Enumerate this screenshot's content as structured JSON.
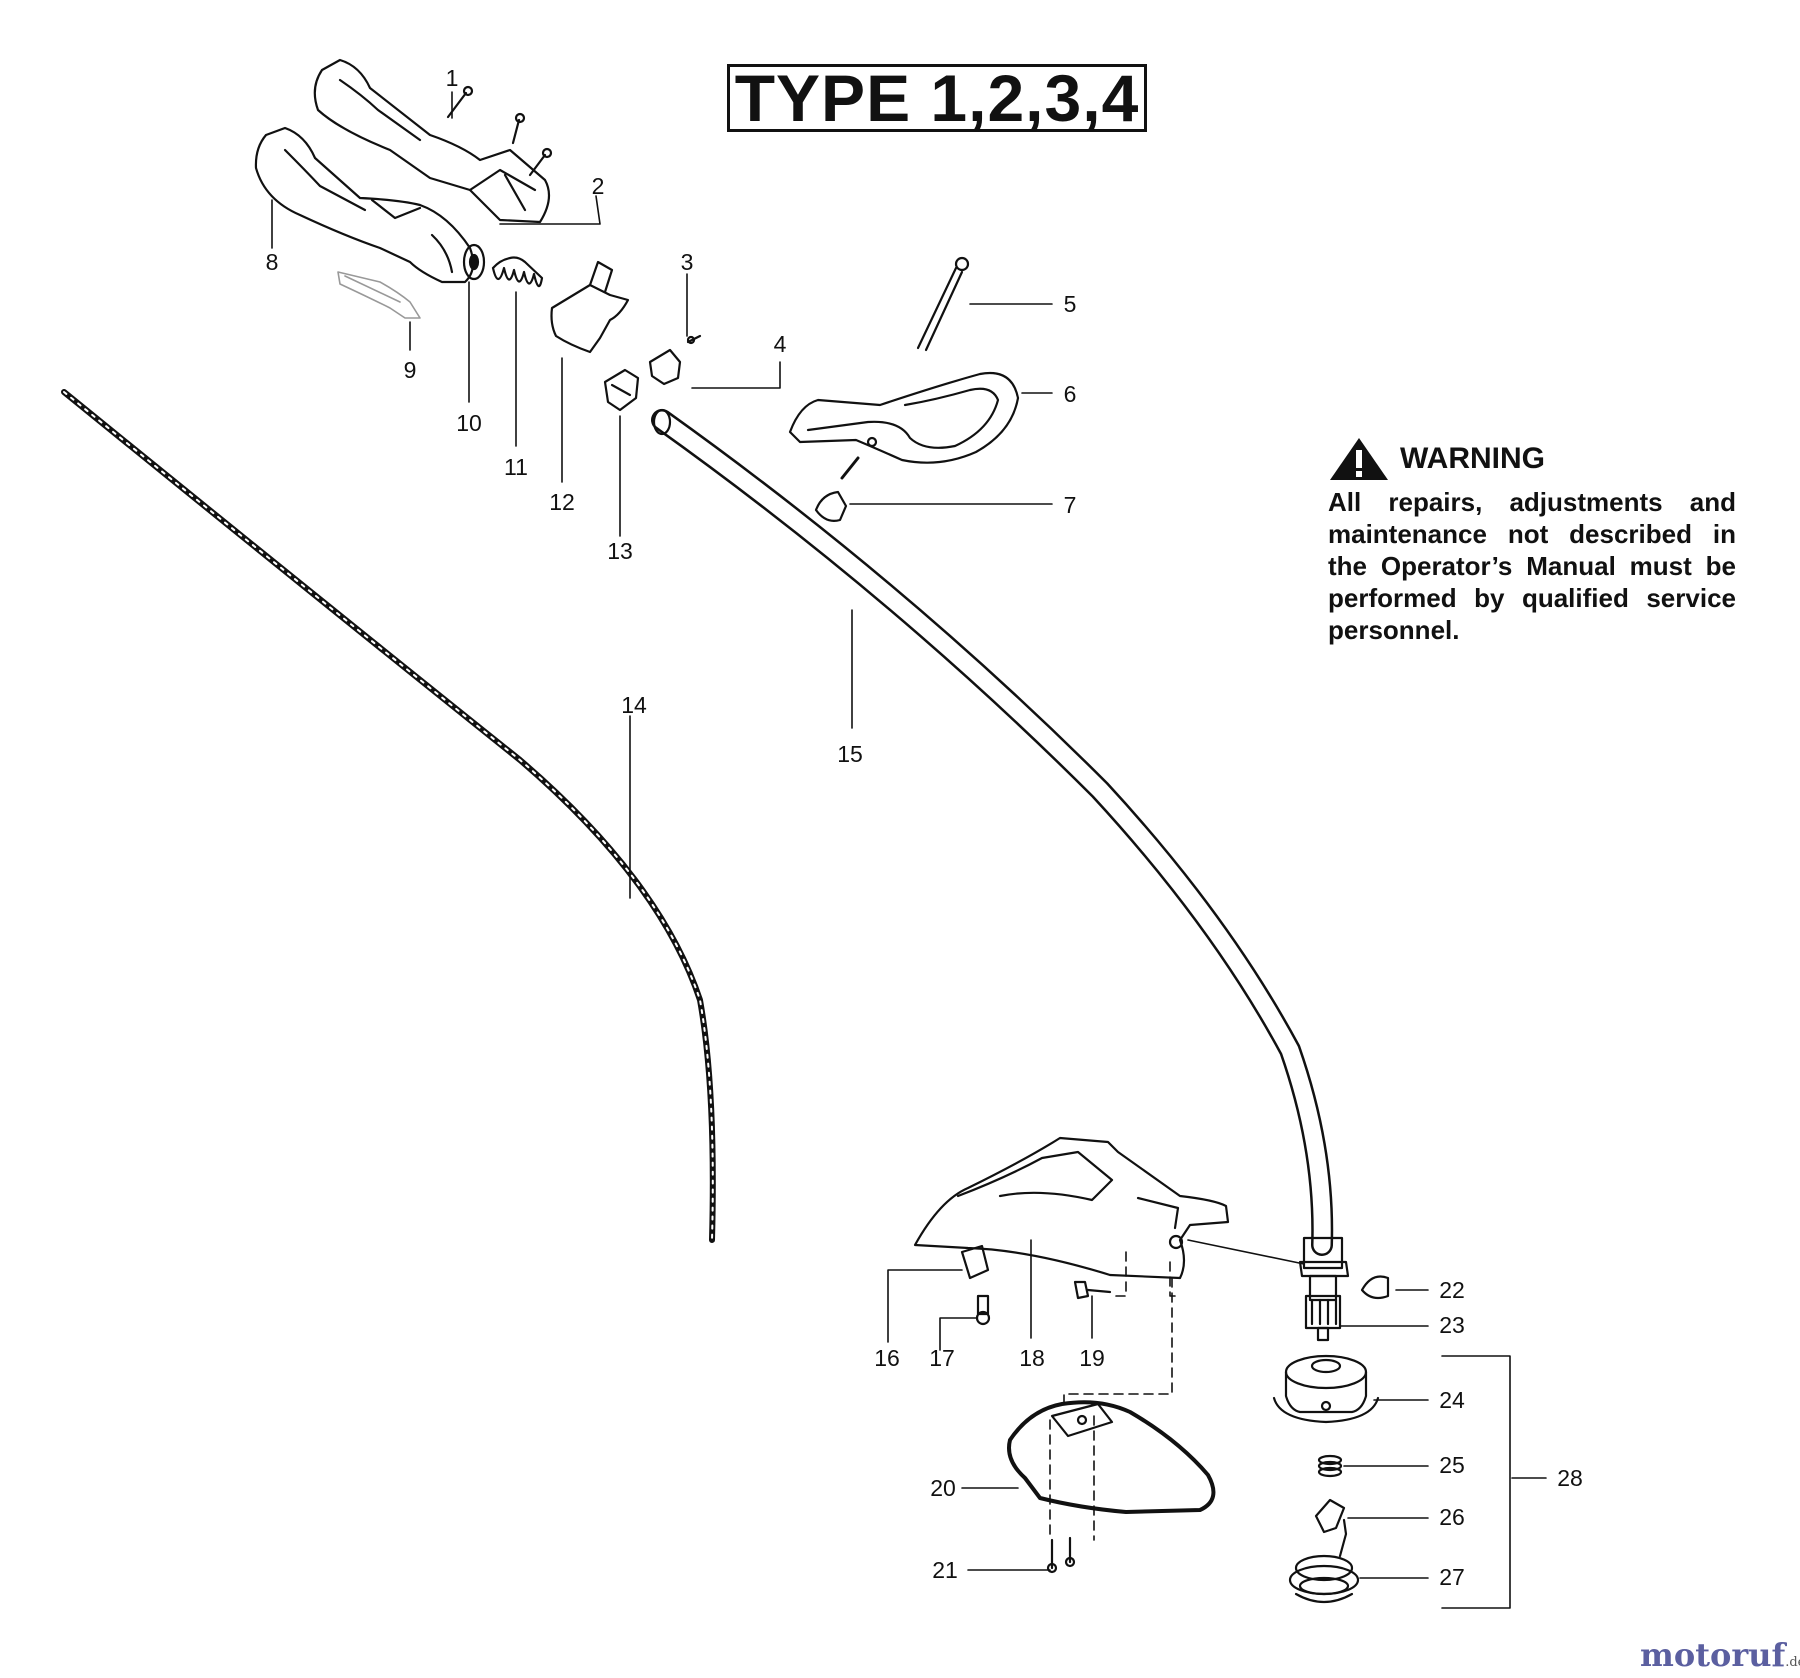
{
  "title": "TYPE 1,2,3,4",
  "warning": {
    "heading": "WARNING",
    "text": "All repairs, adjustments and maintenance not described in the Operator’s Manual must be performed by qualified service personnel."
  },
  "callouts": [
    "1",
    "2",
    "3",
    "4",
    "5",
    "6",
    "7",
    "8",
    "9",
    "10",
    "11",
    "12",
    "13",
    "14",
    "15",
    "16",
    "17",
    "18",
    "19",
    "20",
    "21",
    "22",
    "23",
    "24",
    "25",
    "26",
    "27",
    "28"
  ],
  "watermark": {
    "main": "motoruf",
    "suffix": ".de"
  },
  "icons": [
    "warning-triangle-icon"
  ]
}
